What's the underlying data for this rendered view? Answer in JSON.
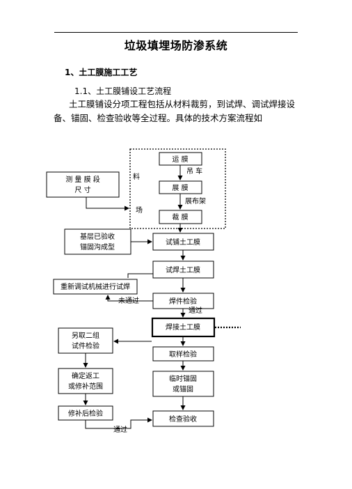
{
  "document": {
    "title": "垃圾填埋场防渗系统",
    "heading1": "1、土工膜施工工艺",
    "heading2": "1.1、土工膜铺设工艺流程",
    "paragraph": "土工膜铺设分项工程包括从材料裁剪，到试焊、调试焊接设备、锚固、检查验收等全过程。具体的技术方案流程如"
  },
  "flowchart": {
    "measure_line1": "测 量 膜 段",
    "measure_line2": "尺    寸",
    "side_label_1": "料",
    "side_label_2": "场",
    "transport": "运    膜",
    "crane": "吊  车",
    "unfold": "展    膜",
    "spread_rack": "展布架",
    "cut": "裁    膜",
    "base_line1": "基层已验收",
    "base_line2": "锚固沟成型",
    "trial_lay": "试铺土工膜",
    "trial_weld": "试焊土工膜",
    "readjust": "重新调试机械进行试焊",
    "weld_check": "焊件检验",
    "fail_label": "未通过",
    "pass_label_1": "通过",
    "weld_geomembrane": "焊接土工膜",
    "resample_line1": "另取二组",
    "resample_line2": "试件检验",
    "sample_check": "取样检验",
    "rework_line1": "确定返工",
    "rework_line2": "或修补范围",
    "temp_line1": "临时锚固",
    "temp_line2": "或锚固",
    "repair_check": "修补后检验",
    "final_check": "检查验收",
    "pass_label_2": "通过"
  }
}
